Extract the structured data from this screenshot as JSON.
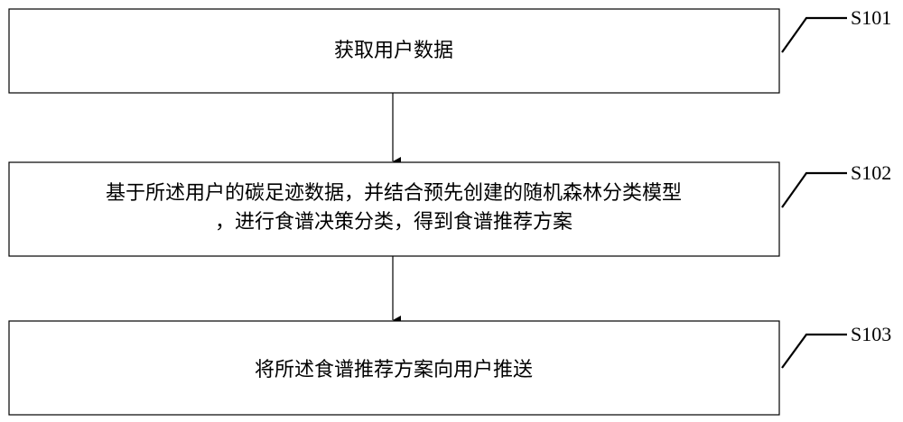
{
  "steps": [
    {
      "id": "S101",
      "lines": [
        "获取用户数据"
      ]
    },
    {
      "id": "S102",
      "lines": [
        "基于所述用户的碳足迹数据，并结合预先创建的随机森林分类模型",
        "，进行食谱决策分类，得到食谱推荐方案"
      ]
    },
    {
      "id": "S103",
      "lines": [
        "将所述食谱推荐方案向用户推送"
      ]
    }
  ]
}
